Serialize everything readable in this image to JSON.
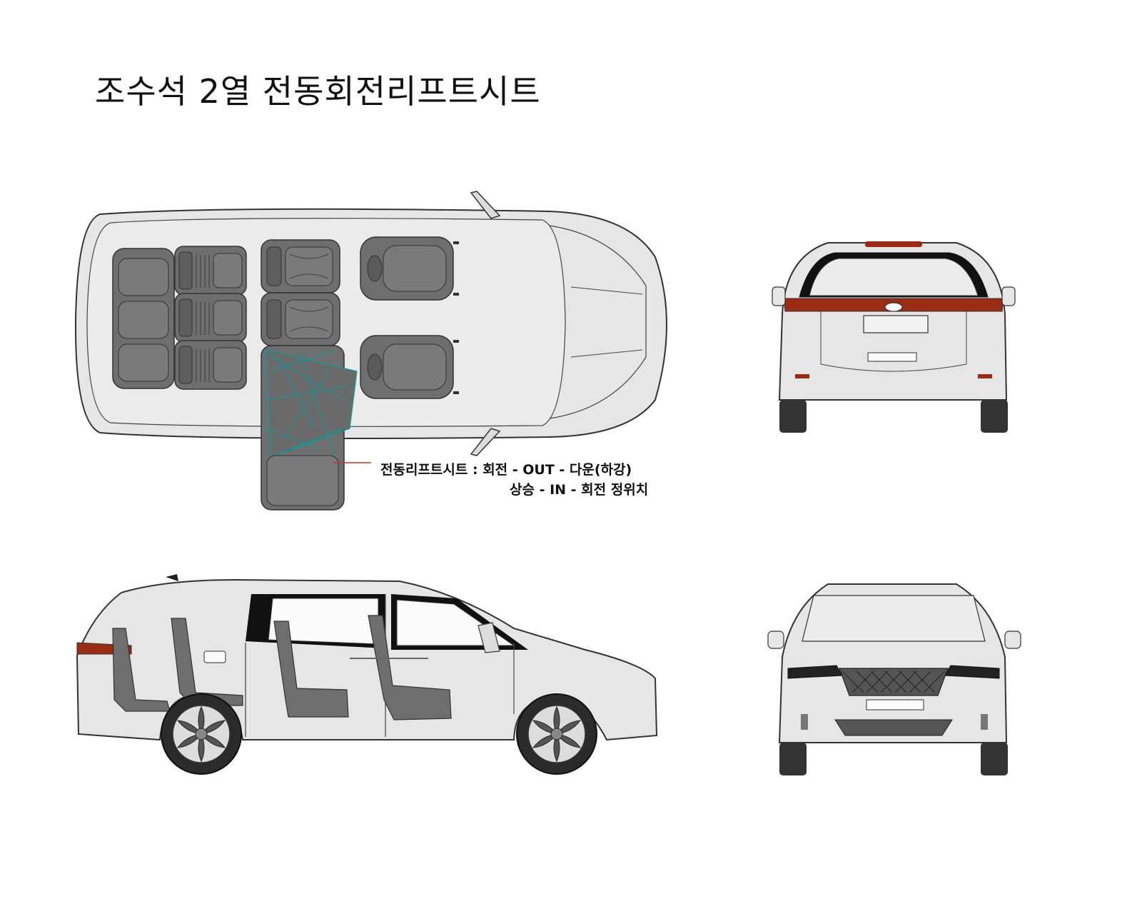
{
  "title": "조수석 2열 전동회전리프트시트",
  "annotation": {
    "line1": "전동리프트시트 : 회전 - OUT - 다운(하강)",
    "line2": "상승 - IN - 회전 정위치"
  },
  "colors": {
    "body": "#e6e6e6",
    "outline": "#333333",
    "seat": "#6e6e6e",
    "tail_light": "#9b2b12",
    "lift_seat_outline": "#00a0a0",
    "leader_line": "#c0392b"
  }
}
